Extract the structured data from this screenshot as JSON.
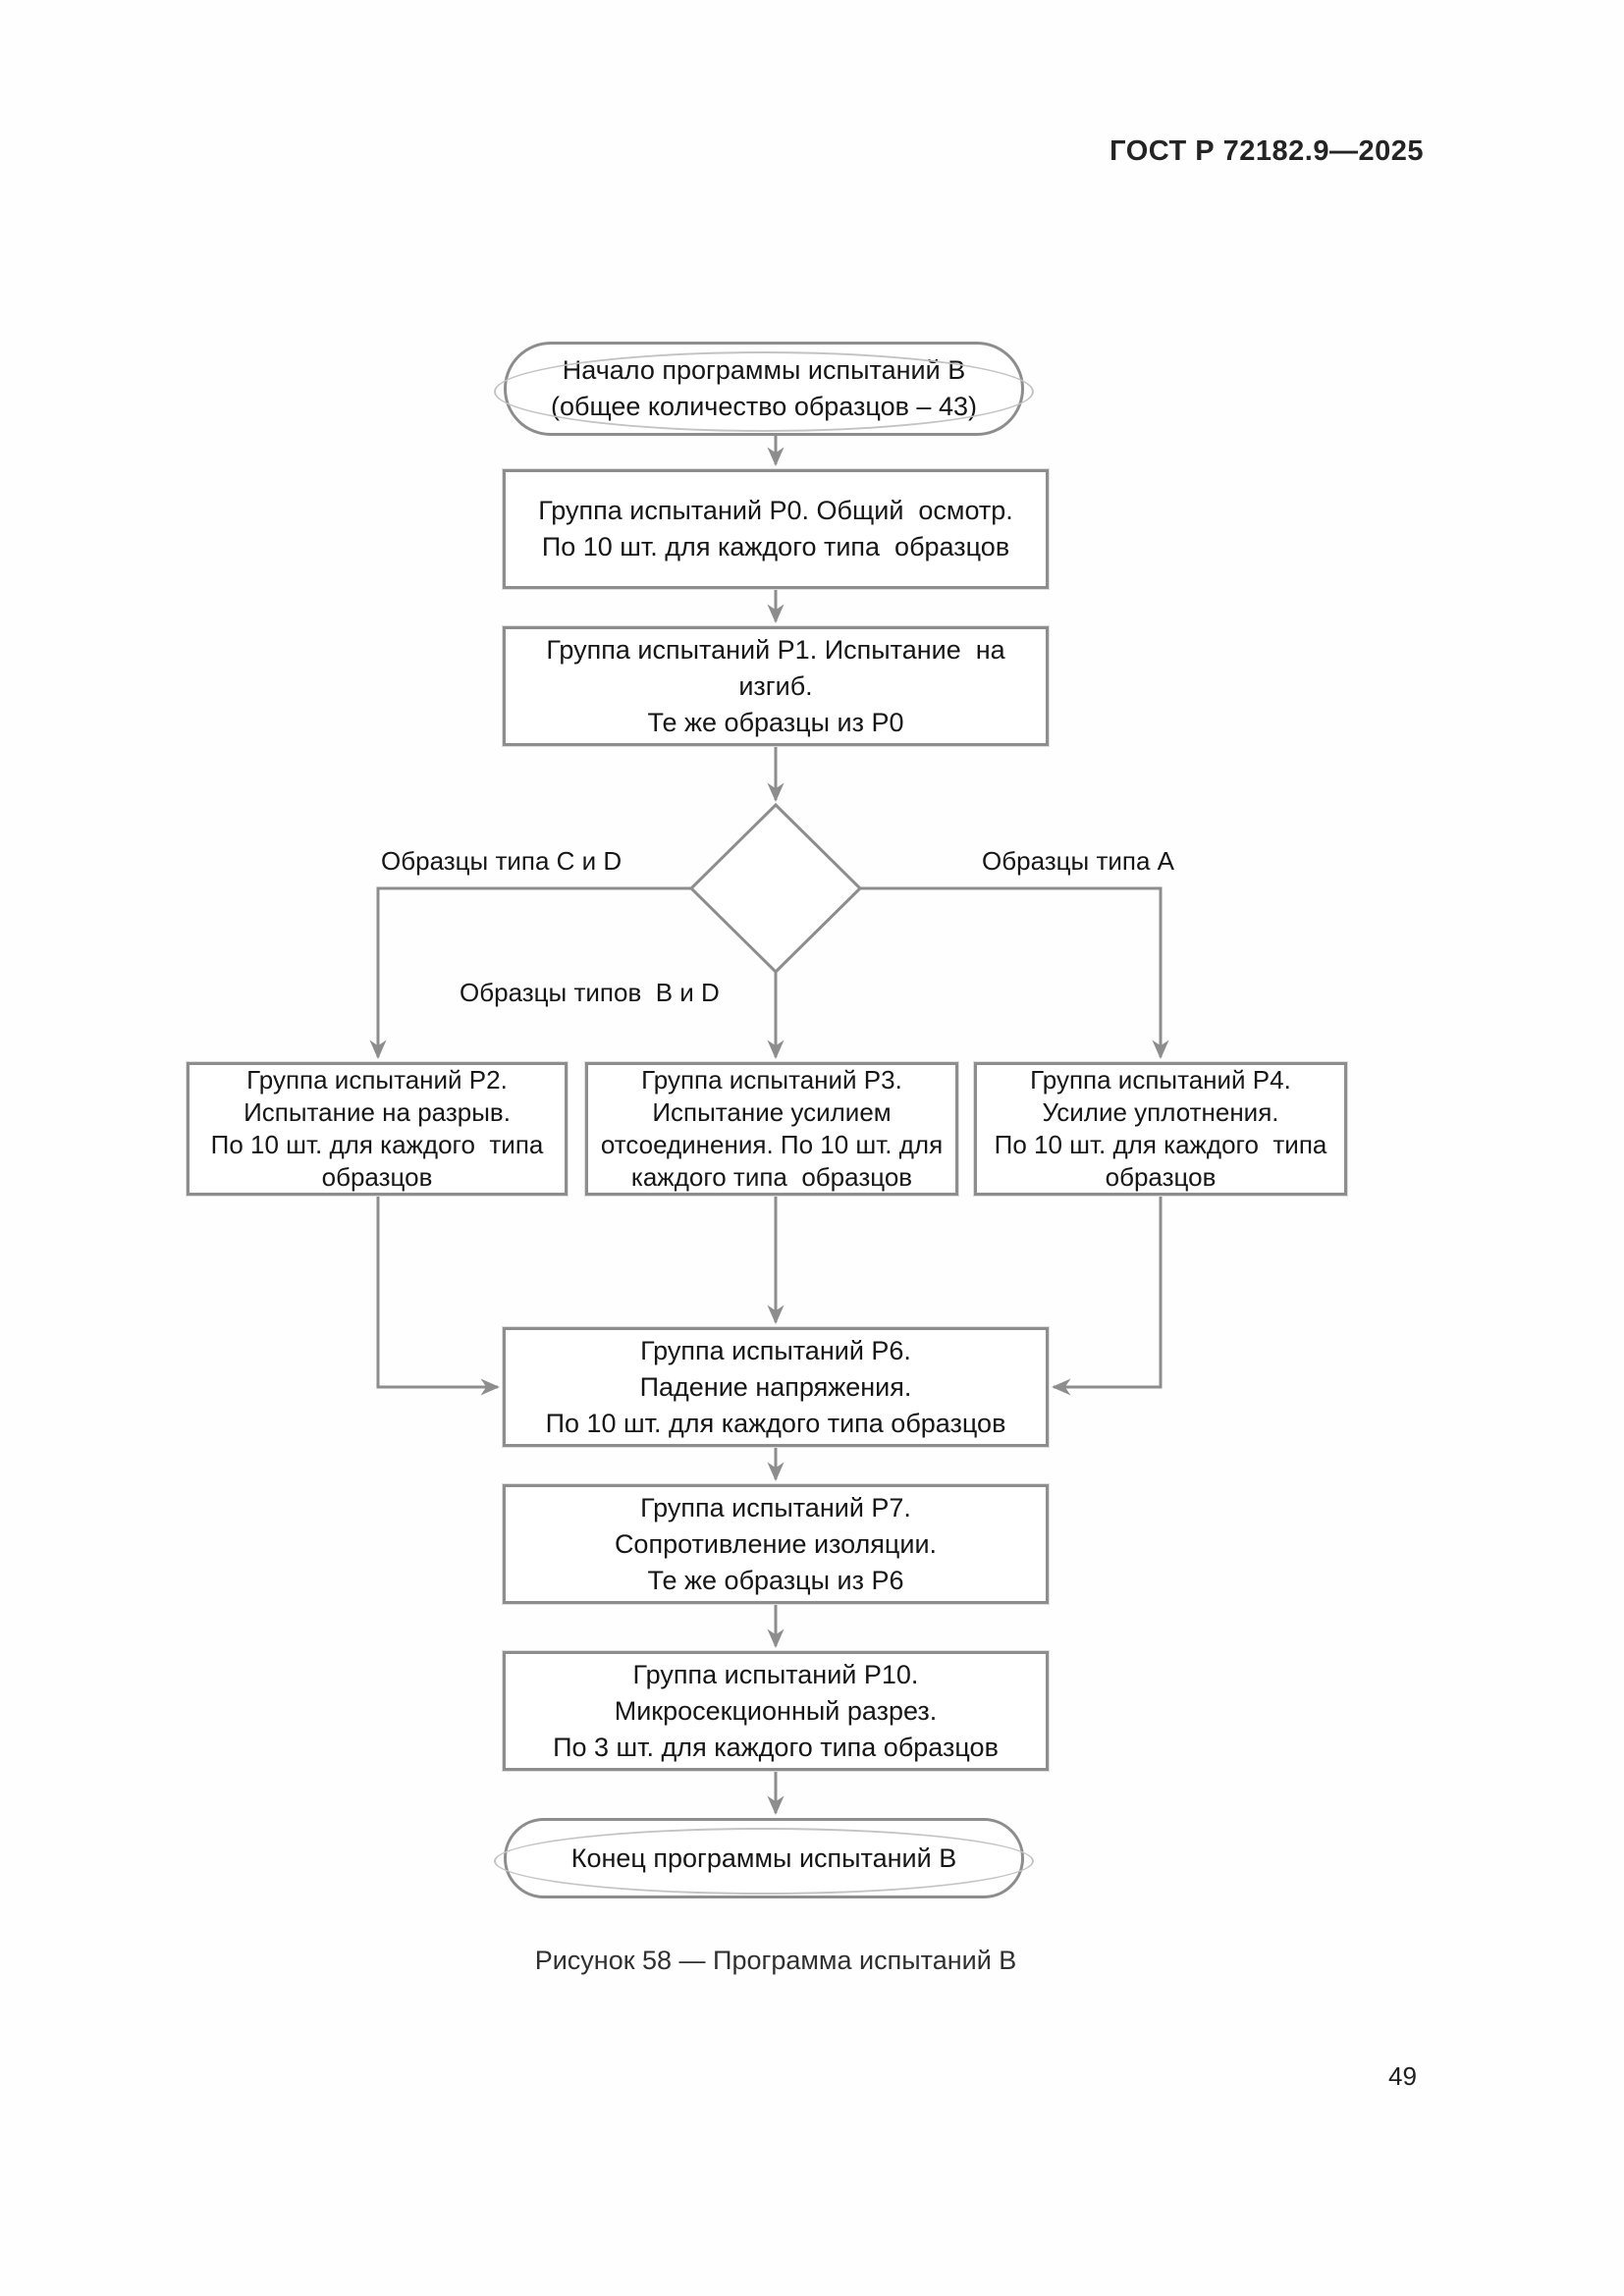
{
  "page": {
    "header": "ГОСТ Р 72182.9—2025",
    "caption": "Рисунок 58 — Программа испытаний В",
    "page_number": "49"
  },
  "flowchart": {
    "start": {
      "lines": [
        "Начало программы испытаний В",
        "(общее количество образцов – 43)"
      ]
    },
    "p0": {
      "lines": [
        "Группа испытаний Р0. Общий  осмотр.",
        "По 10 шт. для каждого типа  образцов"
      ]
    },
    "p1": {
      "lines": [
        "Группа испытаний Р1. Испытание  на изгиб.",
        "Те же образцы из Р0"
      ]
    },
    "decision_labels": {
      "left": "Образцы типа C и D",
      "right": "Образцы типа A",
      "bottom": "Образцы типов  B и D"
    },
    "p2": {
      "lines": [
        "Группа испытаний Р2.",
        "Испытание на разрыв.",
        "По 10 шт. для каждого  типа",
        "образцов"
      ]
    },
    "p3": {
      "lines": [
        "Группа испытаний Р3.",
        "Испытание усилием",
        "отсоединения. По 10 шт. для",
        "каждого типа  образцов"
      ]
    },
    "p4": {
      "lines": [
        "Группа испытаний Р4.",
        "Усилие уплотнения.",
        "По 10 шт. для каждого  типа",
        "образцов"
      ]
    },
    "p6": {
      "lines": [
        "Группа испытаний Р6.",
        "Падение напряжения.",
        "По 10 шт. для каждого типа образцов"
      ]
    },
    "p7": {
      "lines": [
        "Группа испытаний Р7.",
        "Сопротивление изоляции.",
        "Те же образцы из Р6"
      ]
    },
    "p10": {
      "lines": [
        "Группа испытаний Р10.",
        "Микросекционный разрез.",
        "По 3 шт. для каждого типа образцов"
      ]
    },
    "end": {
      "lines": [
        "Конец программы испытаний В"
      ]
    }
  },
  "colors": {
    "node_border": "#8d8d8d",
    "connector": "#8d8d8d",
    "text": "#161616",
    "background": "#fefefe"
  }
}
